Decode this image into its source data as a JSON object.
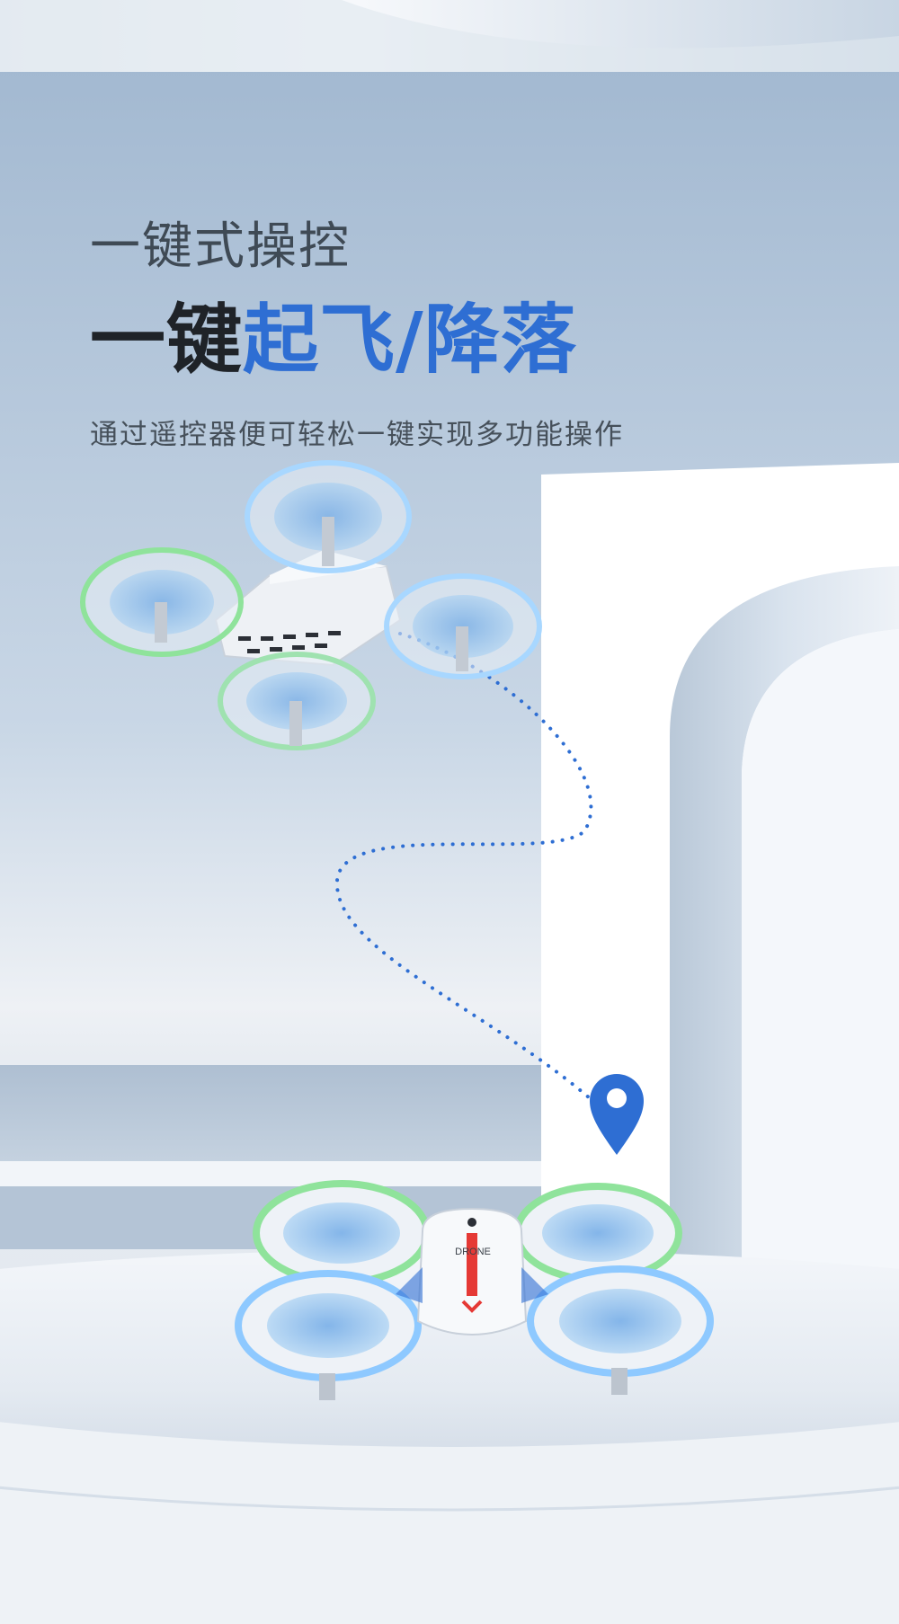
{
  "header": {
    "subtitle": "一键式操控",
    "headline_dark": "一键",
    "headline_blue": "起飞/降落",
    "description": "通过遥控器便可轻松一键实现多功能操作"
  },
  "drone": {
    "body_label": "DRONE"
  },
  "icons": [
    "location-pin-icon"
  ],
  "colors": {
    "accent_blue": "#2e6ed3",
    "headline_dark": "#1f2328",
    "text_gray": "#46505a",
    "glow_green": "#7be38a",
    "glow_blue": "#7ec3ff",
    "stripe_red": "#e53935"
  }
}
